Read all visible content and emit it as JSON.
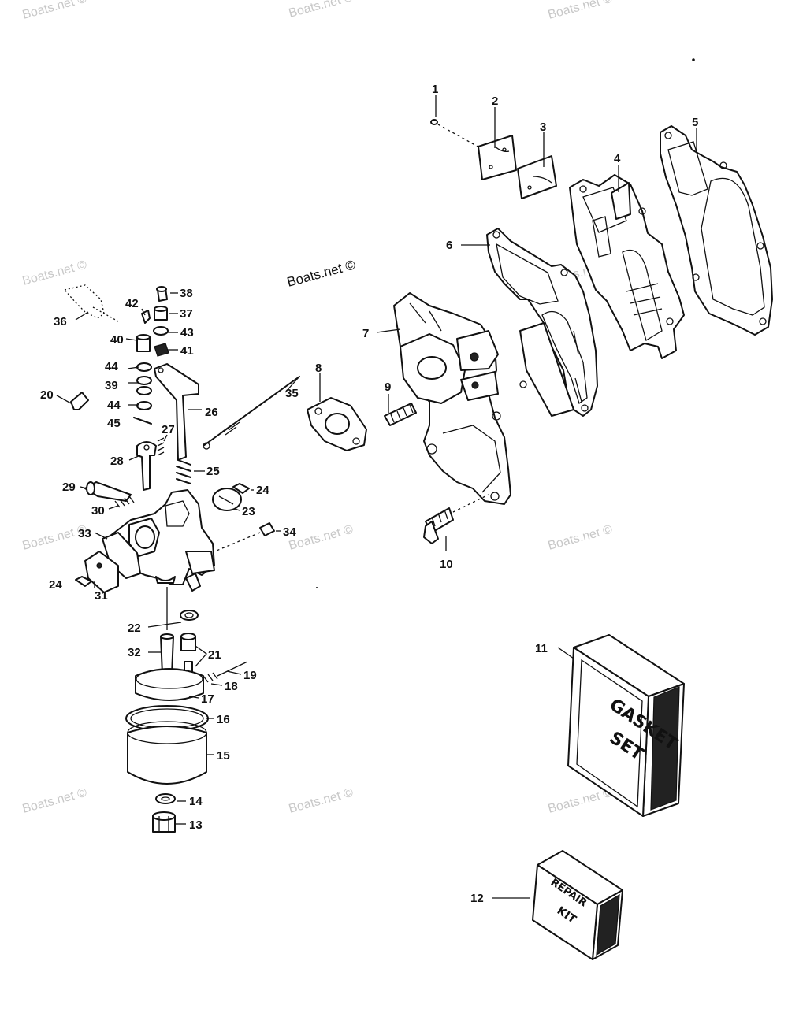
{
  "watermark": "Boats.net ©",
  "labels": [
    "1",
    "2",
    "3",
    "4",
    "5",
    "6",
    "7",
    "8",
    "9",
    "10",
    "11",
    "12",
    "13",
    "14",
    "15",
    "16",
    "17",
    "18",
    "19",
    "20",
    "21",
    "22",
    "23",
    "24",
    "24",
    "25",
    "26",
    "27",
    "28",
    "29",
    "30",
    "31",
    "32",
    "33",
    "34",
    "35",
    "36",
    "37",
    "38",
    "39",
    "40",
    "41",
    "42",
    "43",
    "44",
    "44",
    "45"
  ],
  "kits": {
    "gasket_set": [
      "GASKET",
      "SET"
    ],
    "repair_kit": [
      "REPAIR",
      "KIT"
    ]
  }
}
